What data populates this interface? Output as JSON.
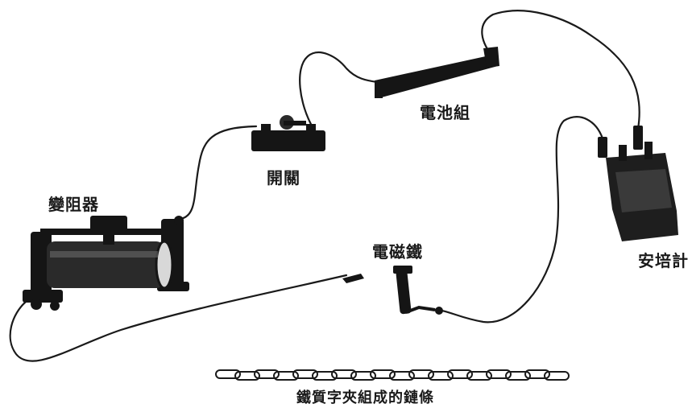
{
  "labels": {
    "rheostat": "變阻器",
    "switch": "開關",
    "battery": "電池組",
    "ammeter": "安培計",
    "electromagnet": "電磁鐵",
    "chain": "鐵質字夾組成的鏈條"
  },
  "colors": {
    "ink": "#1a1a1a",
    "background": "#ffffff",
    "device_dark": "#151515",
    "device_mid": "#3a3a3a"
  },
  "icons": [
    "rheostat-icon",
    "switch-icon",
    "battery-pack-icon",
    "ammeter-icon",
    "electromagnet-icon",
    "paperclip-chain-icon"
  ]
}
